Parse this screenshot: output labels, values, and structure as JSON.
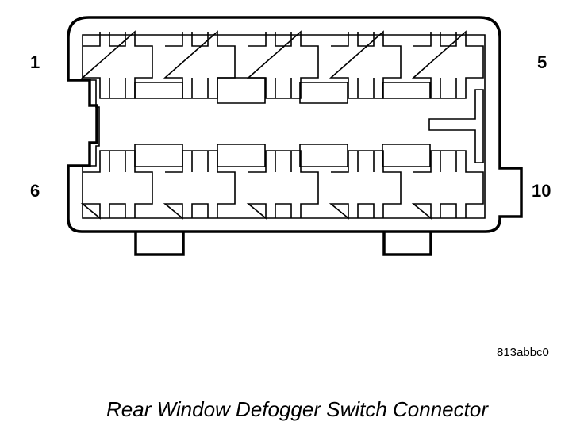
{
  "pin_labels": {
    "top_left": "1",
    "top_right": "5",
    "bottom_left": "6",
    "bottom_right": "10"
  },
  "reference_code": "813abbc0",
  "caption": "Rear Window Defogger Switch Connector",
  "connector": {
    "rows": 2,
    "cavities_per_row": 5,
    "line_color": "#000000",
    "background_color": "#ffffff"
  }
}
